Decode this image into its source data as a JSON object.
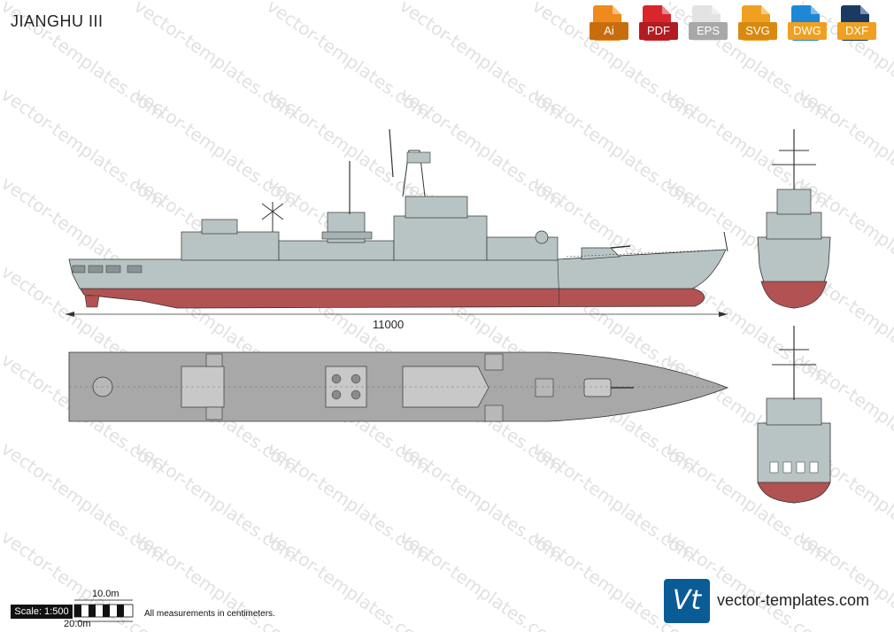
{
  "title": "JIANGHU III",
  "formats": [
    {
      "label": "Ai",
      "color": "#f08a1c"
    },
    {
      "label": "PDF",
      "color": "#d9262c"
    },
    {
      "label": "EPS",
      "color": "#e3e3e3"
    },
    {
      "label": "SVG",
      "color": "#f08a1c"
    },
    {
      "label": "DWG",
      "color": "#1e88d6"
    },
    {
      "label": "DXF",
      "color": "#183a63"
    }
  ],
  "dimension": "11000",
  "scale": {
    "label": "Scale: 1:500",
    "top": "10.0m",
    "bottom": "20.0m"
  },
  "note": "All measurements in centimeters.",
  "watermark": "vector-templates.com",
  "logo": {
    "mark": "Vt",
    "site": "vector-templates.com"
  },
  "colors": {
    "hull": "#b8c4c4",
    "waterline": "#b05050",
    "deck": "#a0a0a0",
    "accent": "#0a5c96"
  }
}
